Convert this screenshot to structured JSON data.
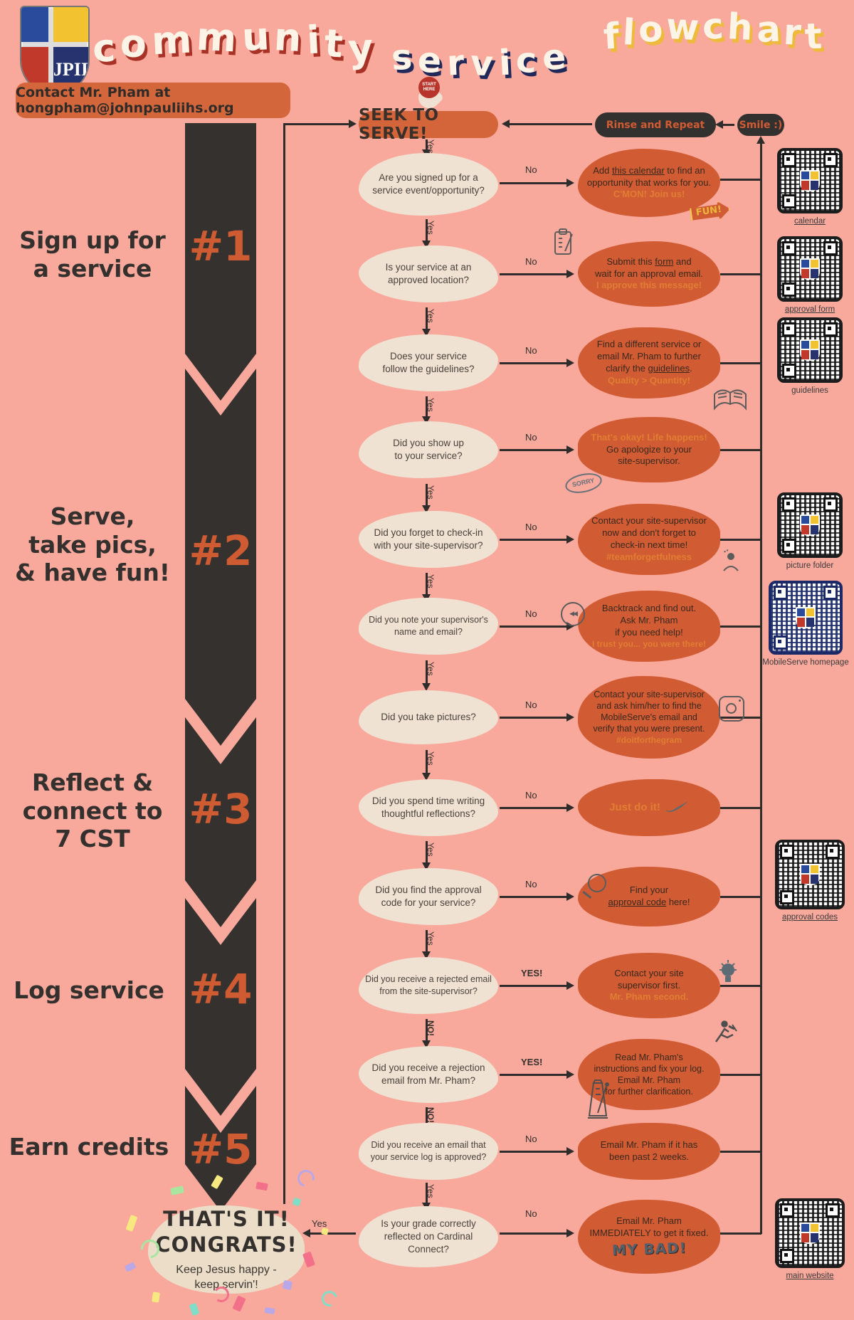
{
  "header": {
    "title_words": [
      "community",
      "service",
      "flowchart"
    ],
    "logo_text": "JPII",
    "contact": "Contact Mr. Pham at hongpham@johnpauliihs.org",
    "start_pin": "START\nHERE",
    "seek_label": "SEEK TO SERVE!",
    "rinse_label": "Rinse and Repeat",
    "smile_label": "Smile :)",
    "seek_down_label": "Yes"
  },
  "steps": [
    {
      "num": "#1",
      "label": "Sign up for\na service"
    },
    {
      "num": "#2",
      "label": "Serve,\ntake pics,\n& have fun!"
    },
    {
      "num": "#3",
      "label": "Reflect &\nconnect to\n7 CST"
    },
    {
      "num": "#4",
      "label": "Log service"
    },
    {
      "num": "#5",
      "label": "Earn credits"
    }
  ],
  "rows": [
    {
      "question": "Are you signed up for a\nservice event/opportunity?",
      "branch_label": "No",
      "response_pre": "Add ",
      "response_link": "this calendar",
      "response_post": " to find an\nopportunity that works for you.",
      "accent": "C'MON! Join us!",
      "sticker": "FUN!",
      "icon": "fun-sticker",
      "down_label": "Yes"
    },
    {
      "question": "Is your service at an\napproved location?",
      "branch_label": "No",
      "response_pre": "Submit this ",
      "response_link": "form",
      "response_post": " and\nwait for an approval email.",
      "accent": "I approve this message!",
      "icon": "clipboard-icon",
      "down_label": "Yes"
    },
    {
      "question": "Does your service\nfollow the guidelines?",
      "branch_label": "No",
      "response_pre": "Find a different service or\nemail Mr. Pham to further\nclarify the ",
      "response_link": "guidelines",
      "response_post": ".",
      "accent": "Quality > Quantity!",
      "icon": "book-icon",
      "down_label": "Yes"
    },
    {
      "question": "Did you show up\nto your service?",
      "branch_label": "No",
      "accent_top": "That's okay! Life happens!",
      "response_pre": "Go apologize to your\nsite-supervisor.",
      "response_link": "",
      "response_post": "",
      "icon": "sorry-speech-icon",
      "icon_text": "SORRY",
      "down_label": "Yes"
    },
    {
      "question": "Did you forget to check-in\nwith your site-supervisor?",
      "branch_label": "No",
      "response_pre": "Contact your site-supervisor\nnow and don't forget to\ncheck-in next time!",
      "response_link": "",
      "response_post": "",
      "accent": "#teamforgetfulness",
      "icon": "person-icon",
      "down_label": "Yes"
    },
    {
      "question": "Did you note your supervisor's\nname and email?",
      "branch_label": "No",
      "response_pre": "Backtrack and find out.\nAsk Mr. Pham\nif you need help!",
      "response_link": "",
      "response_post": "",
      "accent": "I trust you... you were there!",
      "icon": "rewind-icon",
      "down_label": "Yes"
    },
    {
      "question": "Did you take pictures?",
      "branch_label": "No",
      "response_pre": "Contact your site-supervisor\nand ask him/her to find the\nMobileServe's email and\nverify that you were present.",
      "response_link": "",
      "response_post": "",
      "accent": "#doitforthegram",
      "icon": "camera-icon",
      "down_label": "Yes"
    },
    {
      "question": "Did you spend time writing\nthoughtful reflections?",
      "branch_label": "No",
      "response_pre": "",
      "response_link": "",
      "response_post": "",
      "accent": "Just do it!",
      "icon": "swoosh-icon",
      "down_label": "Yes"
    },
    {
      "question": "Did you find the approval\ncode for your service?",
      "branch_label": "No",
      "response_pre": "Find your\n",
      "response_link": "approval code",
      "response_post": " here!",
      "icon": "magnifier-icon",
      "down_label": "Yes"
    },
    {
      "question": "Did you receive a rejected email\nfrom the site-supervisor?",
      "branch_label": "YES!",
      "response_pre": "Contact your site\nsupervisor first.",
      "response_link": "",
      "response_post": "",
      "accent": "Mr. Pham second.",
      "icon": "lightbulb-icon",
      "down_label": "NO!"
    },
    {
      "question": "Did you receive a rejection\nemail from Mr. Pham?",
      "branch_label": "YES!",
      "response_pre": "Read Mr. Pham's\ninstructions and fix your log.\nEmail Mr. Pham\nfor further clarification.",
      "response_link": "",
      "response_post": "",
      "icon": "runner-icon",
      "down_label": "NO!"
    },
    {
      "question": "Did you receive an email that\nyour service log is approved?",
      "branch_label": "No",
      "response_pre": "Email Mr. Pham if it has\nbeen past 2 weeks.",
      "response_link": "",
      "response_post": "",
      "icon": "metronome-icon",
      "down_label": "Yes"
    },
    {
      "question": "Is your grade correctly\nreflected  on Cardinal\nConnect?",
      "branch_label": "No",
      "response_pre": "Email Mr. Pham\nIMMEDIATELY to get it fixed.",
      "response_link": "",
      "response_post": "",
      "sticker": "MY BAD!",
      "icon": "my-bad-sticker",
      "yes_label": "Yes"
    }
  ],
  "qrs": [
    {
      "label": "calendar",
      "underlined": true,
      "theme": "black"
    },
    {
      "label": "approval form",
      "underlined": true,
      "theme": "black"
    },
    {
      "label": "guidelines",
      "underlined": false,
      "theme": "black"
    },
    {
      "label": "picture folder",
      "underlined": false,
      "theme": "black"
    },
    {
      "label": "MobileServe homepage",
      "underlined": false,
      "theme": "navy"
    },
    {
      "label": "approval codes",
      "underlined": true,
      "theme": "black"
    },
    {
      "label": "main website",
      "underlined": true,
      "theme": "black"
    }
  ],
  "congrats": {
    "big": "THAT'S IT!\nCONGRATS!",
    "small": "Keep Jesus happy -\nkeep servin'!"
  },
  "colors": {
    "background": "#F9A89C",
    "ribbon": "#34312E",
    "bubble_orange": "#D15B33",
    "blob_cream": "#EFE2D2",
    "accent_orange": "#E07E33",
    "pill_dark": "#333130",
    "seek_orange": "#D4643A",
    "badge_orange": "#D4663C",
    "qr_navy": "#1B2A66",
    "title_shadow_red": "#A93226",
    "title_shadow_navy": "#20295A",
    "title_shadow_yellow": "#EDBA3C",
    "confetti": [
      "#F7E97F",
      "#F2708A",
      "#7FDEC7",
      "#B9A8E8",
      "#A8E6A0"
    ]
  }
}
